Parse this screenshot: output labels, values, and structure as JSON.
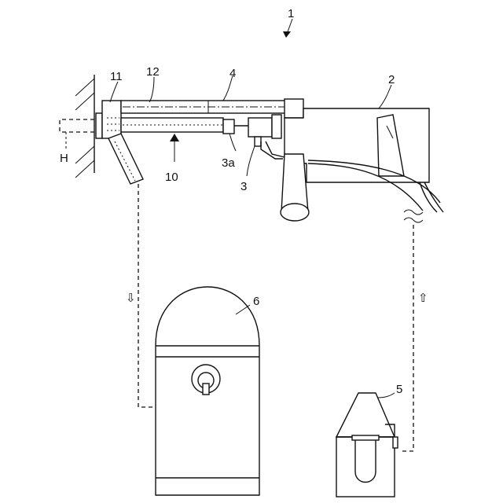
{
  "labels": {
    "system": "1",
    "drill": "2",
    "motor": "3",
    "motor_sub": "3a",
    "rod": "4",
    "collector": "5",
    "tank": "6",
    "dust_hood": "10",
    "cup": "11",
    "pipe": "12",
    "hole": "H"
  },
  "arrows": {
    "down": "⇩",
    "up": "⇧"
  }
}
